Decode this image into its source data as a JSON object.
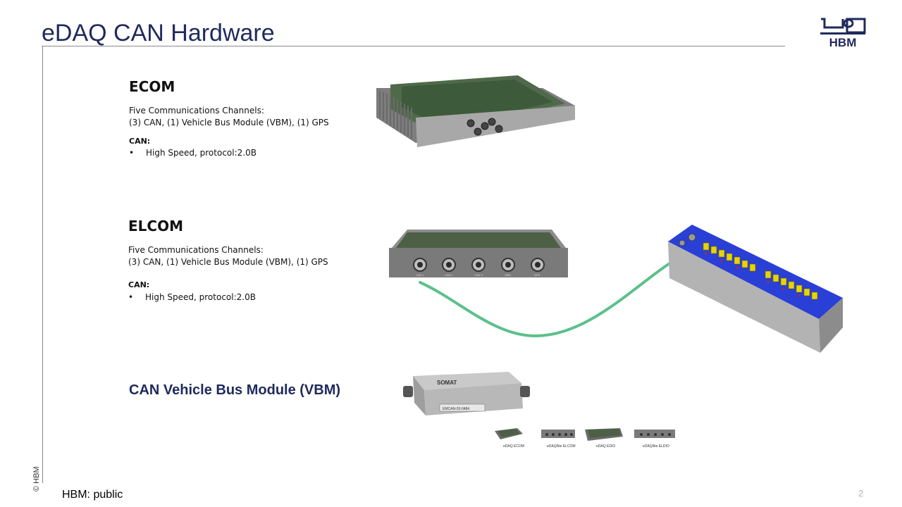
{
  "slide": {
    "title": "eDAQ CAN Hardware",
    "brand_logo_text": "HBM",
    "copyright": "© HBM",
    "footer": "HBM: public",
    "page_number": "2"
  },
  "sections": {
    "ecom": {
      "heading": "ECOM",
      "line1": "Five Communications Channels:",
      "line2": "(3) CAN, (1) Vehicle Bus Module (VBM), (1) GPS",
      "can_heading": "CAN:",
      "bullet": "High Speed, protocol:2.0B"
    },
    "elcom": {
      "heading": "ELCOM",
      "line1": "Five Communications Channels:",
      "line2": "(3) CAN, (1) Vehicle Bus Module (VBM), (1) GPS",
      "can_heading": "CAN:",
      "bullet": "High Speed, protocol:2.0B"
    },
    "vbm": {
      "heading": "CAN Vehicle Bus Module (VBM)"
    }
  },
  "photo_labels": {
    "elcom_ports": [
      "CAN 1",
      "CAN 2",
      "CAN 3",
      "VBM",
      "GPS"
    ],
    "vbm_brand": "SOMAT",
    "vbm_serial": "EMCAN-03-0484",
    "thumbnails": [
      "eDAQ ECOM",
      "eDAQ/lite ELCOM",
      "eDAQ EDIO",
      "eDAQ/lite ELDIO"
    ]
  },
  "colors": {
    "title": "#1f2a5c",
    "cable": "#5cc08a",
    "module_blue": "#2a3fd6",
    "connector_yellow": "#e8d400"
  }
}
